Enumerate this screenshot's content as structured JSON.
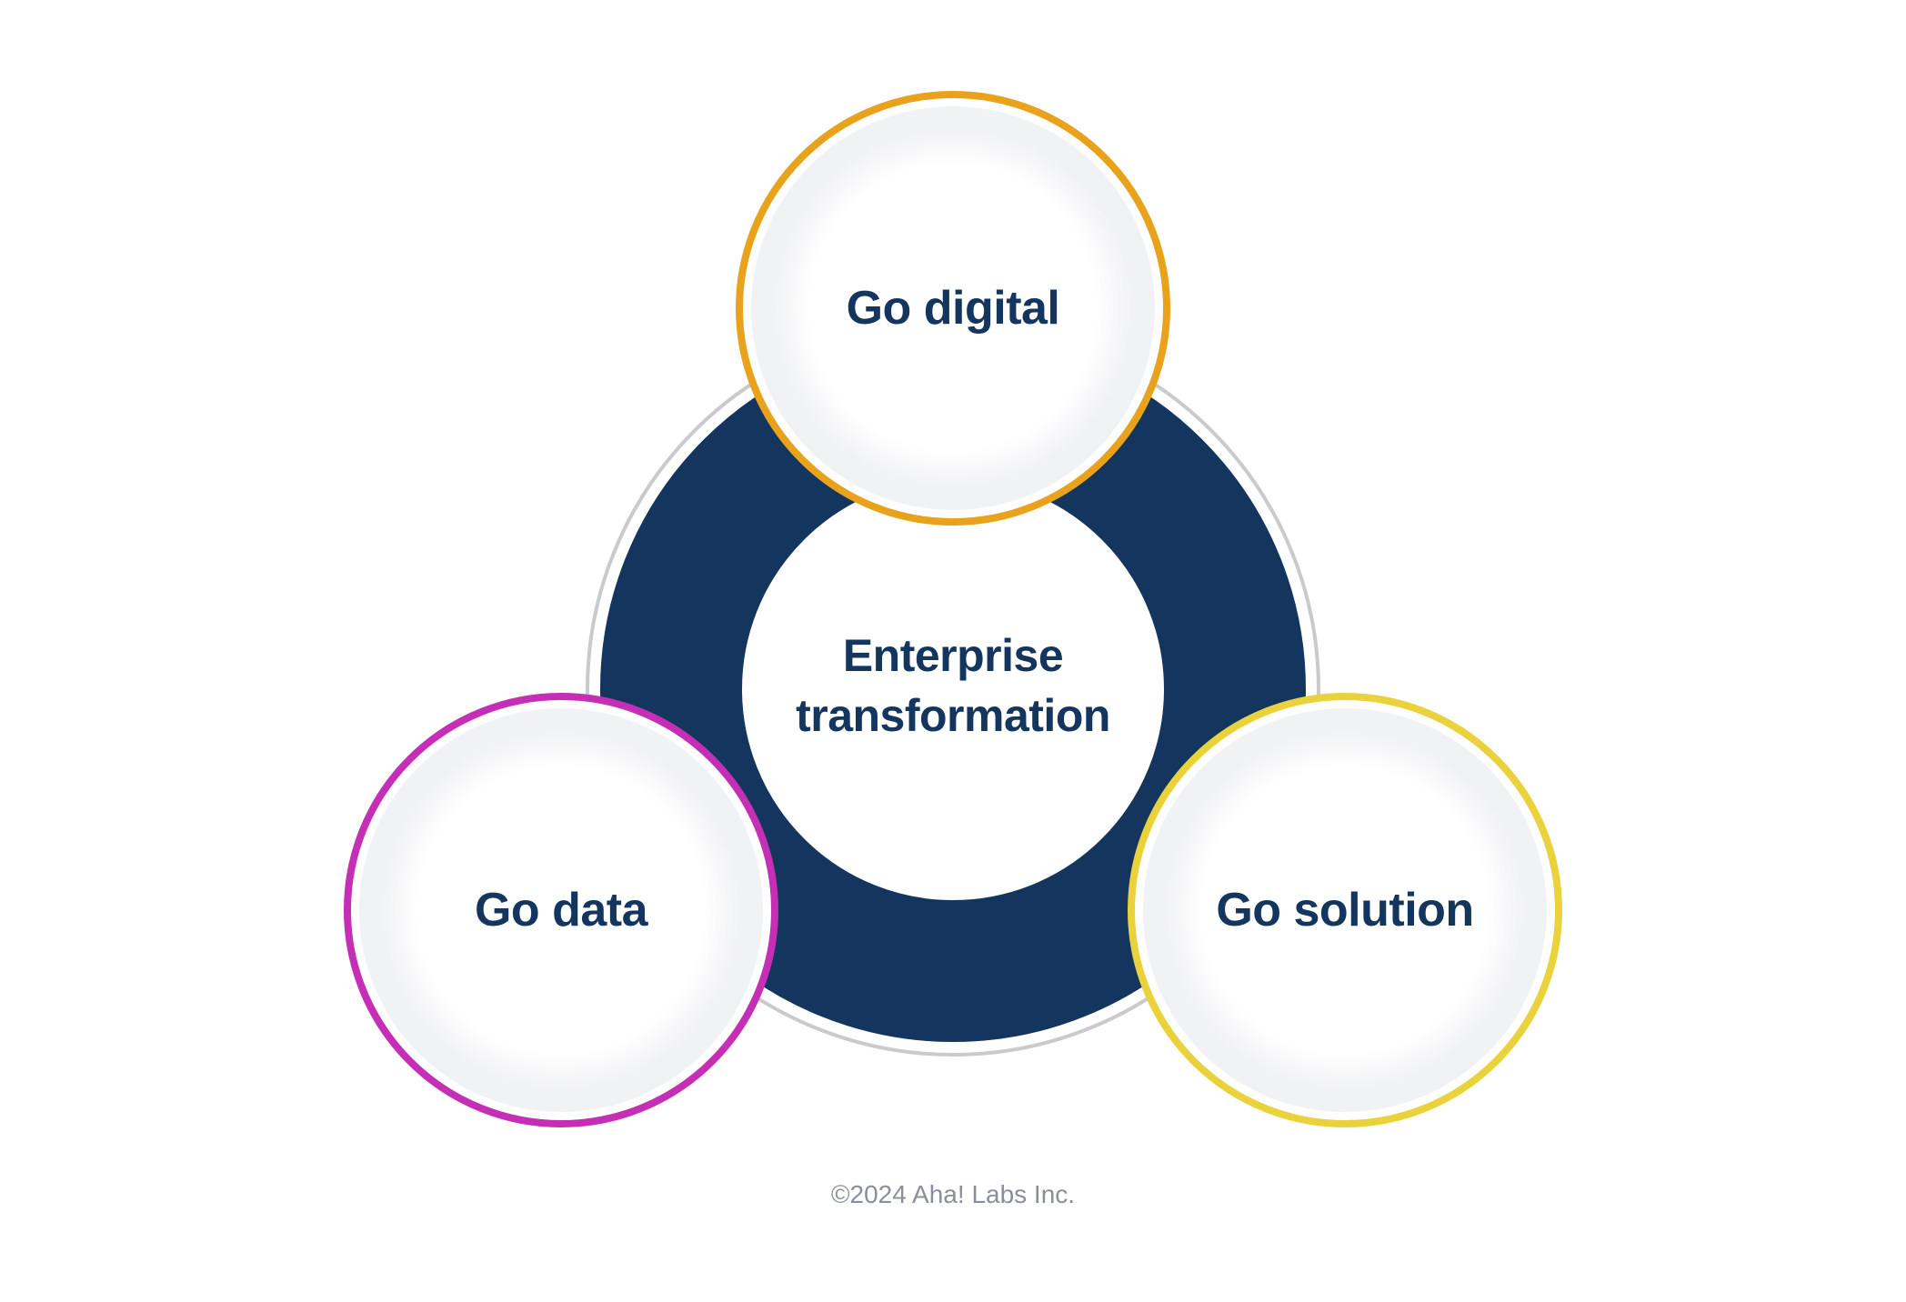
{
  "diagram": {
    "title_node": {
      "label_line1": "Enterprise",
      "label_line2": "transformation"
    },
    "nodes": [
      {
        "id": "go-digital",
        "label": "Go digital",
        "accent_color": "#e9a21c",
        "position": "top"
      },
      {
        "id": "go-data",
        "label": "Go data",
        "accent_color": "#c42fb6",
        "position": "bottom-left"
      },
      {
        "id": "go-solution",
        "label": "Go solution",
        "accent_color": "#ead23c",
        "position": "bottom-right"
      }
    ],
    "colors": {
      "ring_navy": "#13355e",
      "outline_gray": "#c9cacc",
      "node_fill_gray": "#f1f2f4",
      "label_text": "#13355e",
      "footer_text": "#8a8f99"
    }
  },
  "footer": {
    "copyright": "©2024 Aha! Labs Inc."
  }
}
